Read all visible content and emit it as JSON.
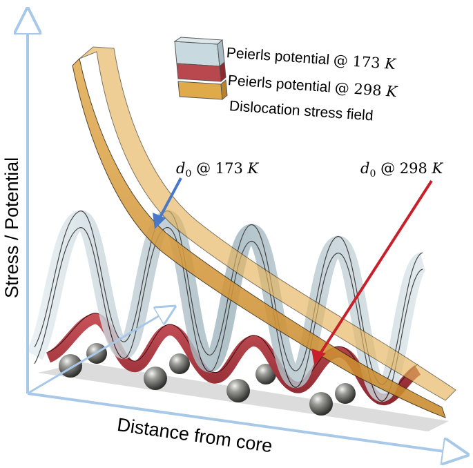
{
  "axes": {
    "y_label": "Stress / Potential",
    "x_label": "Distance from core"
  },
  "legend": [
    {
      "label": "Peierls potential",
      "temp": "173",
      "unit": "K",
      "color": "#c9d9e0"
    },
    {
      "label": "Peierls potential",
      "temp": "298",
      "unit": "K",
      "color": "#b8474e"
    },
    {
      "label": "Dislocation stress field",
      "color": "#e0a94a"
    }
  ],
  "annotations": {
    "d0_173": {
      "sym": "d",
      "sub": "0",
      "at": "@",
      "temp": "173",
      "unit": "K",
      "arrow_color": "#4a78c8"
    },
    "d0_298": {
      "sym": "d",
      "sub": "0",
      "at": "@",
      "temp": "298",
      "unit": "K",
      "arrow_color": "#c8202a"
    }
  },
  "colors": {
    "axis": "#a8c8e8",
    "grey_band": "#dadada",
    "atom": "#8a8a88"
  }
}
